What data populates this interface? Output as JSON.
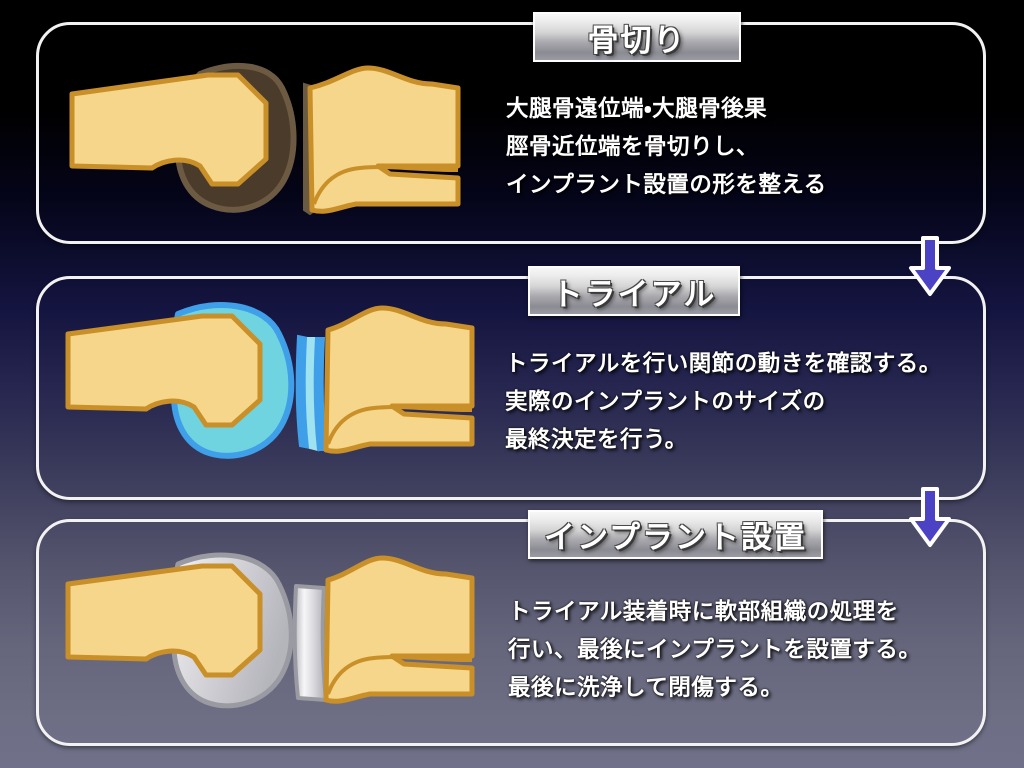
{
  "slide": {
    "background_top_color": "#000000",
    "background_mid_color": "#141440",
    "background_bottom_color": "#70708a"
  },
  "panels": [
    {
      "id": "panel-1",
      "title": "骨切り",
      "body_lines": [
        "大腿骨遠位端・大腿骨後果",
        "脛骨近位端を骨切りし、",
        "インプラント設置の形を整える"
      ],
      "illustration": {
        "name": "femur-tibia-bone-cut",
        "bone_fill": "#f5d68a",
        "bone_edge": "#c98f28",
        "resected_fill": "#4a3b2a",
        "resected_edge": "#6d5a42",
        "implant_fill": "none",
        "implant_edge": "none"
      }
    },
    {
      "id": "panel-2",
      "title": "トライアル",
      "body_lines": [
        "トライアルを行い関節の動きを確認する。",
        "実際のインプラントのサイズの",
        "最終決定を行う。"
      ],
      "illustration": {
        "name": "femur-tibia-trial-implant",
        "bone_fill": "#f5d68a",
        "bone_edge": "#c98f28",
        "resected_fill": "none",
        "resected_edge": "none",
        "implant_fill": "#6fd4e0",
        "implant_edge": "#3f9fe8"
      }
    },
    {
      "id": "panel-3",
      "title": "インプラント設置",
      "body_lines": [
        "トライアル装着時に軟部組織の処理を",
        "行い、最後にインプラントを設置する。",
        "最後に洗浄して閉傷する。"
      ],
      "illustration": {
        "name": "femur-tibia-final-implant",
        "bone_fill": "#f5d68a",
        "bone_edge": "#c98f28",
        "resected_fill": "none",
        "resected_edge": "none",
        "implant_fill": "#d4d4d8",
        "implant_edge": "#9a9aa2"
      }
    }
  ],
  "arrows": [
    {
      "name": "arrow-panel1-to-panel2",
      "direction": "down",
      "fill": "#4c42c4",
      "outline": "#ffffff"
    },
    {
      "name": "arrow-panel2-to-panel3",
      "direction": "down",
      "fill": "#4c42c4",
      "outline": "#ffffff"
    }
  ]
}
